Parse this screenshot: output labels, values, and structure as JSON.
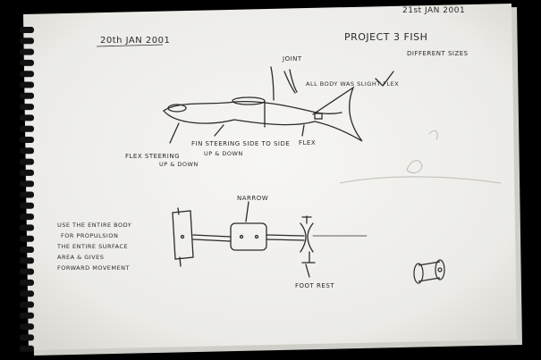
{
  "page": {
    "date_left": "20th JAN 2001",
    "date_right": "21st JAN 2001",
    "project_title": "PROJECT 3 FISH",
    "project_subtitle": "DIFFERENT SIZES"
  },
  "fish_sketch": {
    "joint_label": "JOINT",
    "body_note": "ALL BODY WAS SLIGHT FLEX",
    "label_flex_steering_1": "FLEX STEERING",
    "label_flex_steering_2": "UP & DOWN",
    "label_fin_steering_1": "FIN STEERING SIDE TO SIDE",
    "label_fin_steering_2": "UP & DOWN",
    "label_flex_tail": "FLEX"
  },
  "mechanism_sketch": {
    "narrow_label": "NARROW",
    "foot_rest_label": "FOOT REST"
  },
  "notes": {
    "lines": [
      "USE THE ENTIRE BODY",
      "FOR PROPULSION",
      "THE ENTIRE SURFACE",
      "AREA & GIVES",
      "FORWARD MOVEMENT"
    ]
  },
  "colors": {
    "paper": "#f2f1ee",
    "ink": "#2a2a2a",
    "binding": "#111111"
  }
}
